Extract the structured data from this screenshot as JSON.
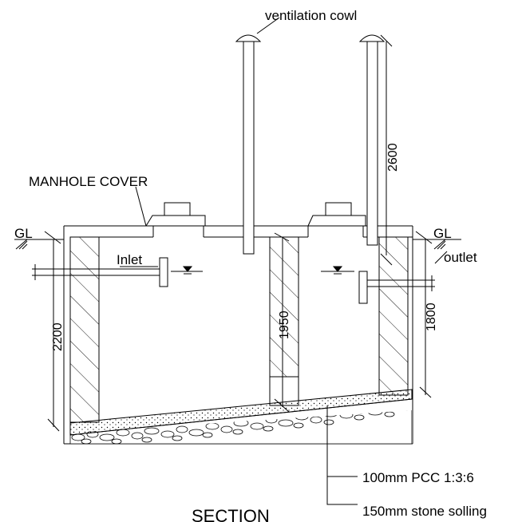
{
  "labels": {
    "ventilation_cowl": "ventilation cowl",
    "manhole_cover": "MANHOLE COVER",
    "gl_left": "GL",
    "gl_right": "GL",
    "inlet": "Inlet",
    "outlet": "outlet",
    "pcc": "100mm PCC 1:3:6",
    "stone": "150mm stone solling",
    "section": "SECTION"
  },
  "dimensions": {
    "vent_height": "2600",
    "left_depth": "2200",
    "baffle_height": "1950",
    "right_depth": "1800"
  }
}
